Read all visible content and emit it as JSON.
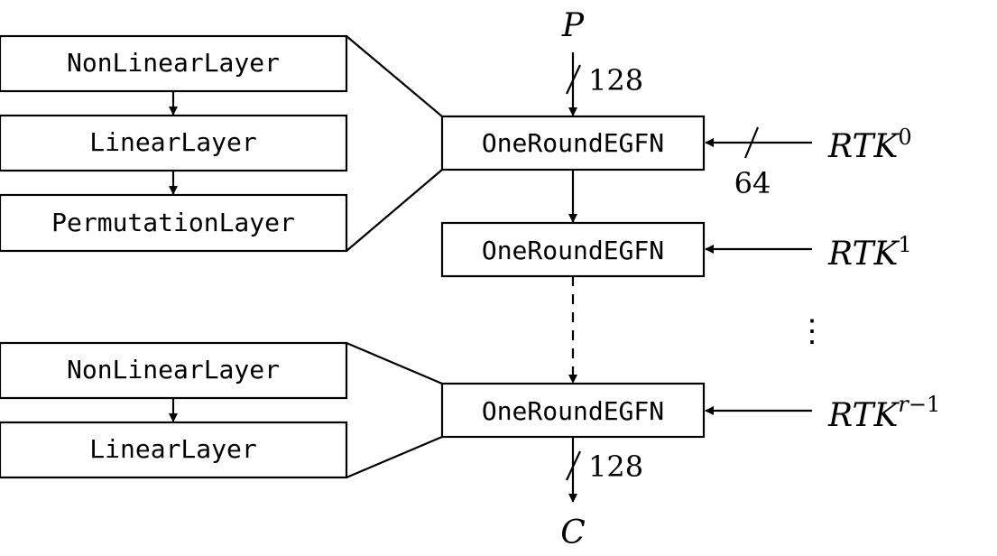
{
  "upper_detail": {
    "layers": [
      "NonLinearLayer",
      "LinearLayer",
      "PermutationLayer"
    ]
  },
  "lower_detail": {
    "layers": [
      "NonLinearLayer",
      "LinearLayer"
    ]
  },
  "rounds": {
    "label": "OneRoundEGFN"
  },
  "input": {
    "symbol": "P",
    "width": "128"
  },
  "output": {
    "symbol": "C",
    "width": "128"
  },
  "keys": {
    "base": "RTK",
    "key0_sup": "0",
    "key0_width": "64",
    "key1_sup": "1",
    "keylast_sup_var": "r",
    "keylast_sup_rest": "−1",
    "ellipsis": "⋮"
  }
}
